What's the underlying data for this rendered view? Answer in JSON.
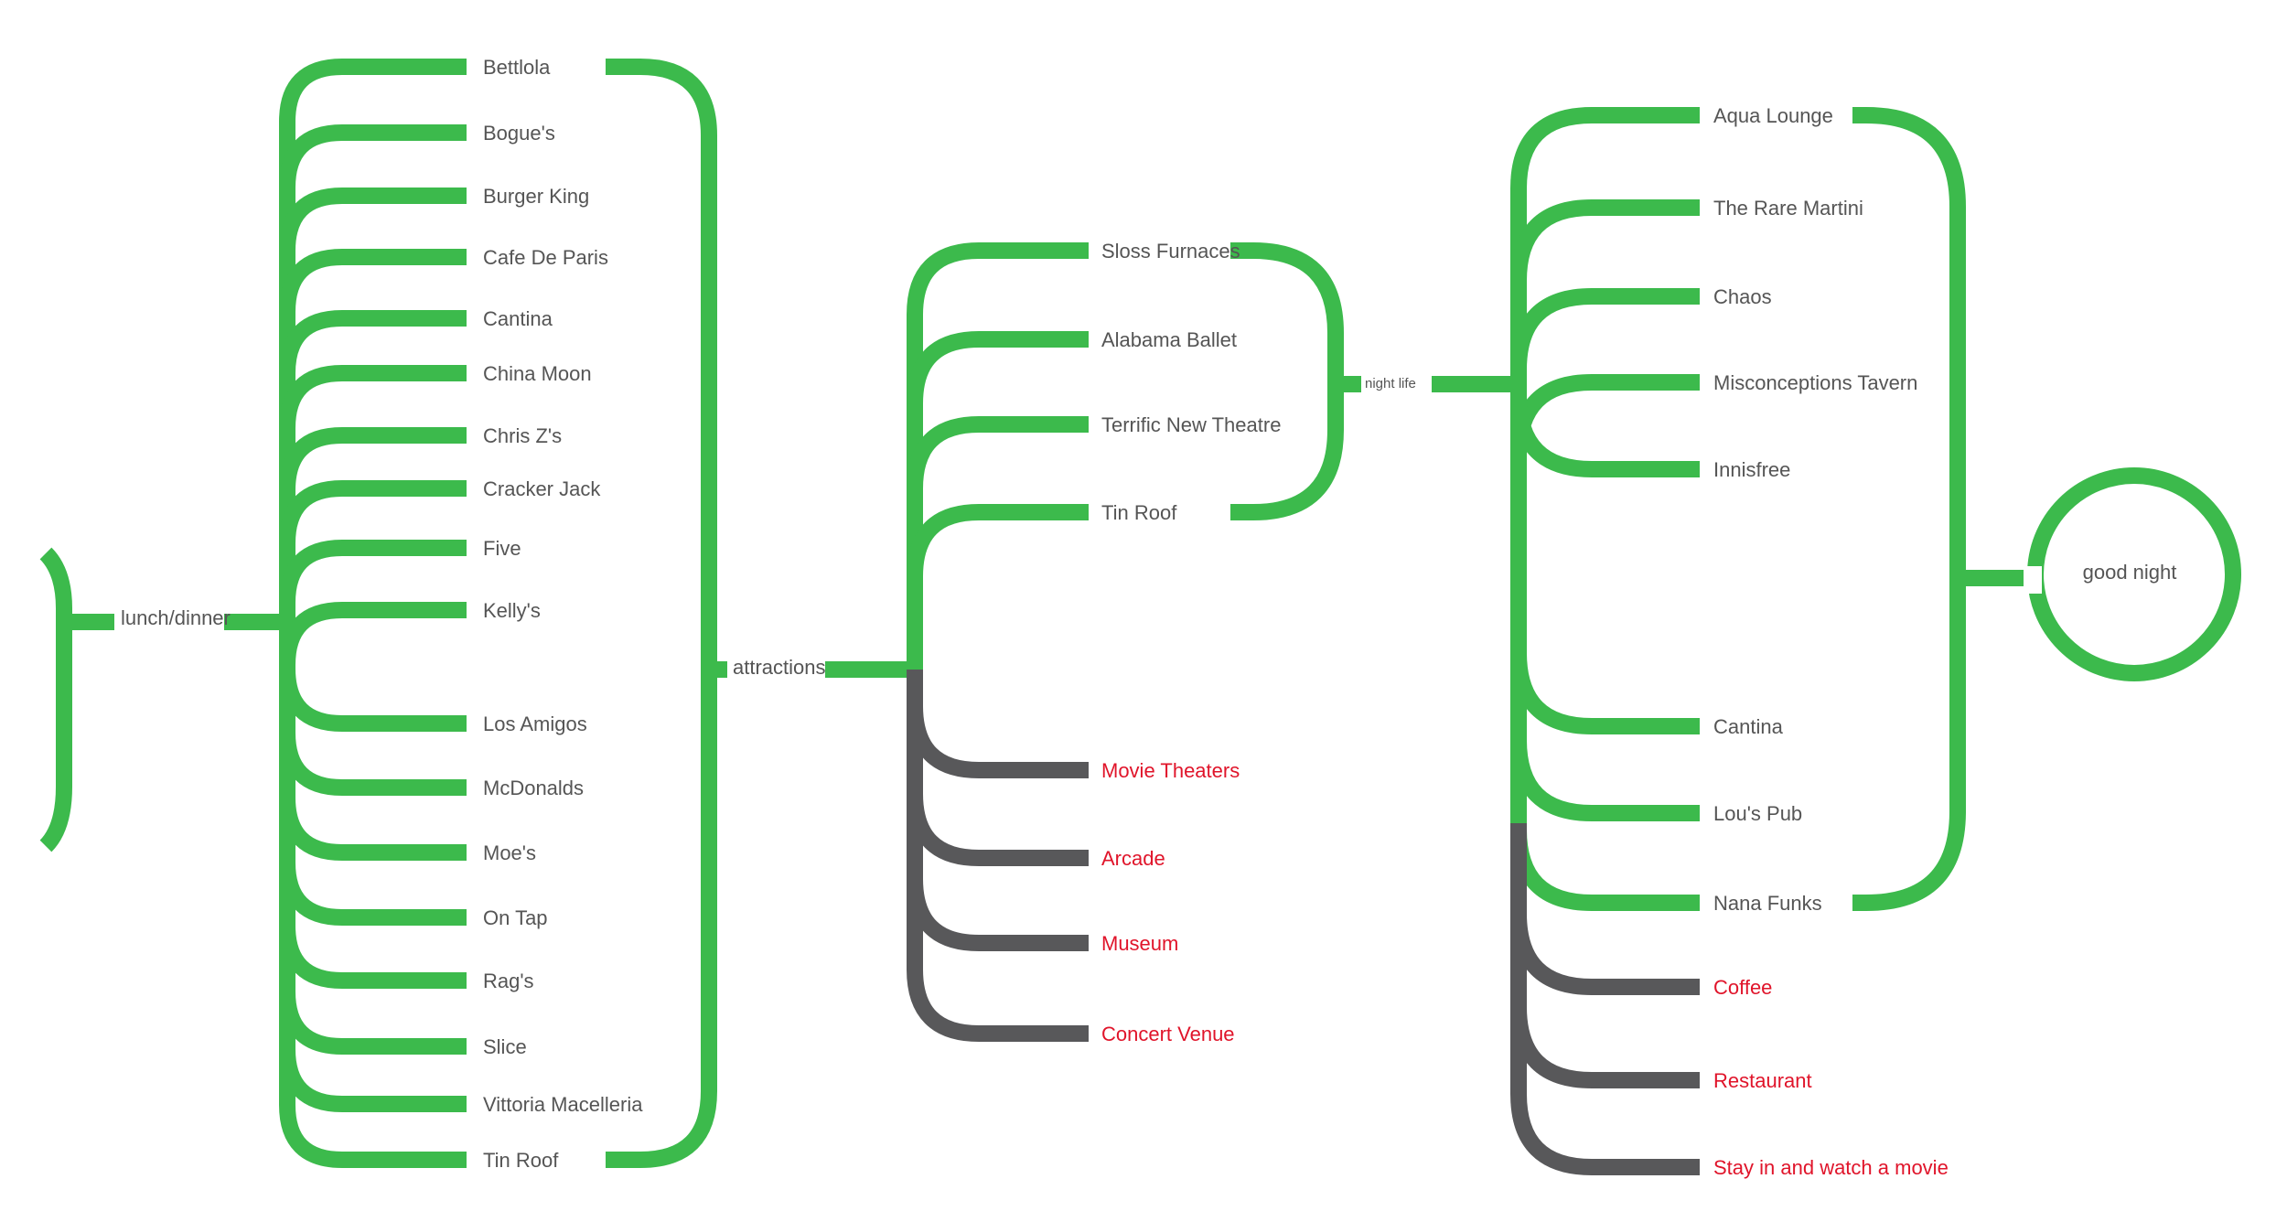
{
  "colors": {
    "green": "#3cba4c",
    "gray": "#58585a",
    "label": "#555555",
    "alt_label": "#e0142a",
    "background": "#ffffff"
  },
  "hubs": {
    "lunch": "lunch/dinner",
    "attractions": "attractions",
    "night_life": "night life",
    "good_night": "good night"
  },
  "groups": {
    "lunch_dinner": [
      "Bettlola",
      "Bogue's",
      "Burger King",
      "Cafe De Paris",
      "Cantina",
      "China Moon",
      "Chris Z's",
      "Cracker Jack",
      "Five",
      "Kelly's",
      "Los Amigos",
      "McDonalds",
      "Moe's",
      "On Tap",
      "Rag's",
      "Slice",
      "Vittoria Macelleria",
      "Tin Roof"
    ],
    "attractions": [
      "Sloss Furnaces",
      "Alabama Ballet",
      "Terrific New Theatre",
      "Tin Roof"
    ],
    "attractions_alternatives": [
      "Movie Theaters",
      "Arcade",
      "Museum",
      "Concert Venue"
    ],
    "night_life": [
      "Aqua Lounge",
      "The Rare Martini",
      "Chaos",
      "Misconceptions Tavern",
      "Innisfree",
      "Cantina",
      "Lou's Pub",
      "Nana Funks"
    ],
    "night_life_alternatives": [
      "Coffee",
      "Restaurant",
      "Stay in and watch a movie"
    ]
  }
}
